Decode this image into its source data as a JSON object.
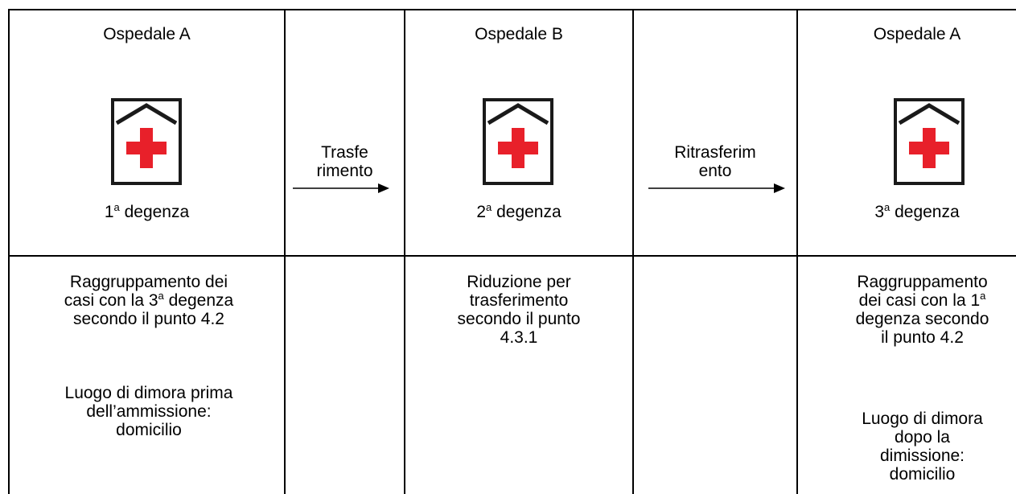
{
  "columns": [
    {
      "hospital": "Ospedale A",
      "stay_number": "1",
      "stay_suffix": "a",
      "stay_word": " degenza",
      "description_lines": [
        [
          "Raggruppamento dei"
        ],
        [
          "casi con la 3",
          "a",
          " degenza"
        ],
        [
          "secondo il punto  4.2"
        ]
      ],
      "residence_lines": [
        "Luogo di dimora prima",
        "dell’ammissione:",
        "domicilio"
      ]
    },
    {
      "hospital": "Ospedale B",
      "stay_number": "2",
      "stay_suffix": "a",
      "stay_word": " degenza",
      "description_lines": [
        [
          "Riduzione per"
        ],
        [
          "trasferimento"
        ],
        [
          "secondo il punto"
        ],
        [
          "4.3.1"
        ]
      ],
      "residence_lines": []
    },
    {
      "hospital": "Ospedale A",
      "stay_number": "3",
      "stay_suffix": "a",
      "stay_word": " degenza",
      "description_lines": [
        [
          "Raggruppamento"
        ],
        [
          "dei casi con la 1",
          "a"
        ],
        [
          "degenza secondo"
        ],
        [
          "il punto  4.2"
        ]
      ],
      "residence_lines": [
        "Luogo di dimora",
        "dopo la",
        "dimissione:",
        "domicilio"
      ]
    }
  ],
  "transfers": [
    {
      "lines": [
        "Trasfe",
        "rimento"
      ]
    },
    {
      "lines": [
        "Ritrasferim",
        "ento"
      ]
    }
  ],
  "icon": {
    "name": "hospital-icon",
    "cross_color": "#e8202a",
    "frame_color": "#1a1a1a"
  }
}
